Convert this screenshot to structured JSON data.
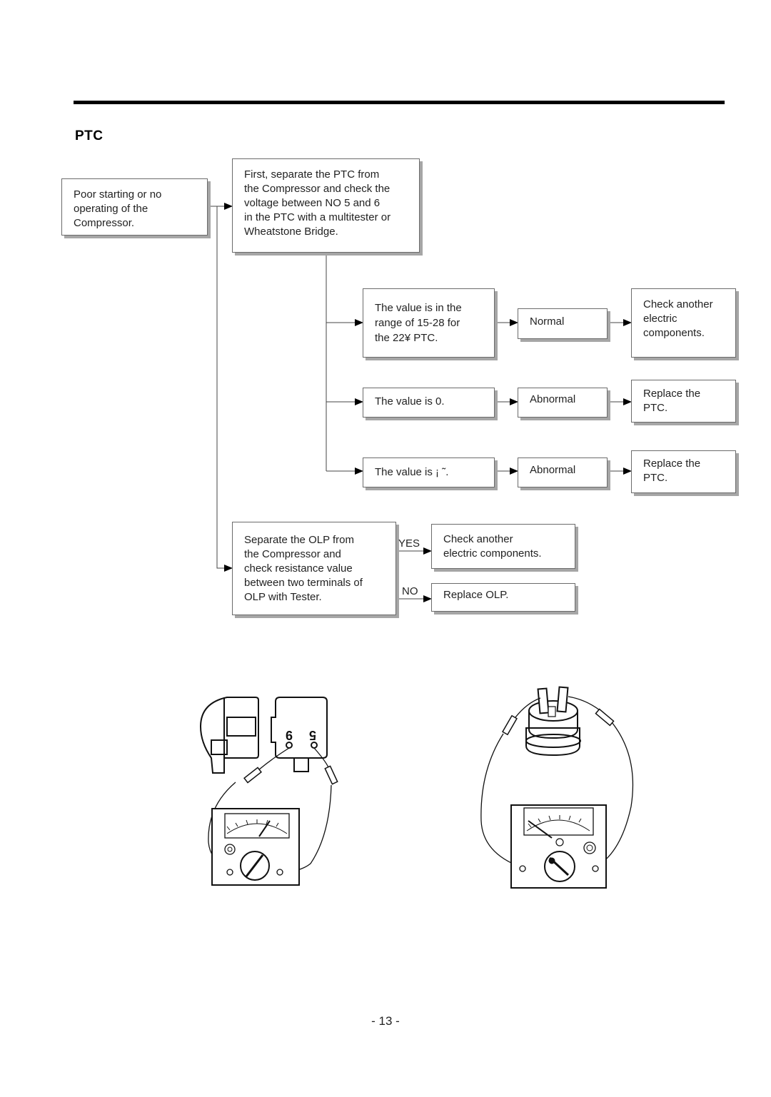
{
  "page": {
    "heading": "PTC",
    "page_number": "- 13 -"
  },
  "flow": {
    "symptom": "Poor starting or no\noperating of the\nCompressor.",
    "step_ptc": "First, separate the PTC from\nthe Compressor and check the\nvoltage between NO 5 and 6\nin the PTC with a multitester or\nWheatstone Bridge.",
    "case1": {
      "value": "The value is in the\nrange of 15-28 for\nthe 22¥  PTC.",
      "status": "Normal",
      "action": "Check another\nelectric\ncomponents."
    },
    "case2": {
      "value": "The value is 0.",
      "status": "Abnormal",
      "action": "Replace the\nPTC."
    },
    "case3": {
      "value": "The value is ¡ ˜.",
      "status": "Abnormal",
      "action": "Replace the\nPTC."
    },
    "step_olp": "Separate the OLP from\nthe Compressor and\ncheck resistance value\nbetween two terminals of\nOLP with Tester.",
    "yes_label": "YES",
    "no_label": "NO",
    "yes_action": "Check another\nelectric components.",
    "no_action": "Replace OLP."
  },
  "illustration": {
    "ptc_terminal_labels": [
      "9",
      "5"
    ]
  }
}
